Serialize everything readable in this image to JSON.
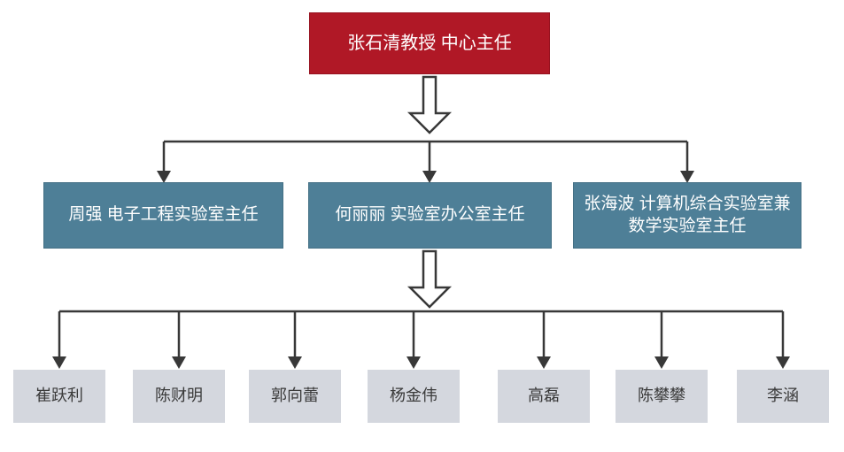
{
  "colors": {
    "root_fill": "#B01826",
    "root_border": "#96121F",
    "root_text": "#FFFFFF",
    "manager_fill": "#4E7F97",
    "manager_border": "#447085",
    "manager_text": "#FFFFFF",
    "staff_fill": "#D4D7DE",
    "staff_text": "#3A3A3A",
    "line": "#383838"
  },
  "org_chart": {
    "root": {
      "label": "张石清教授 中心主任"
    },
    "managers": [
      {
        "label": "周强 电子工程实验室主任"
      },
      {
        "label": "何丽丽 实验室办公室主任"
      },
      {
        "label": "张海波 计算机综合实验室兼数学实验室主任"
      }
    ],
    "staff": [
      {
        "label": "崔跃利"
      },
      {
        "label": "陈财明"
      },
      {
        "label": "郭向蕾"
      },
      {
        "label": "杨金伟"
      },
      {
        "label": "高磊"
      },
      {
        "label": "陈攀攀"
      },
      {
        "label": "李涵"
      }
    ]
  }
}
